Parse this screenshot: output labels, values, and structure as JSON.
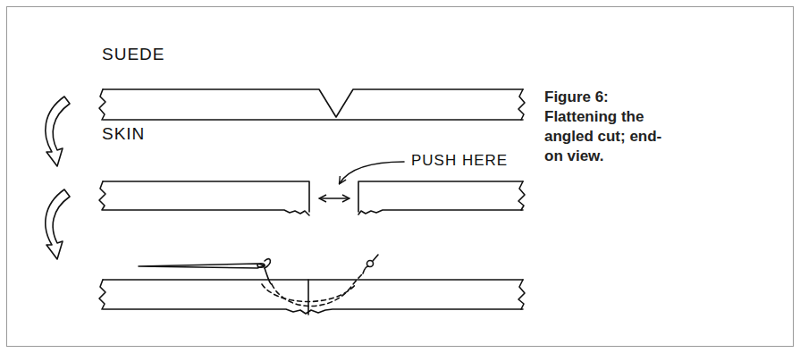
{
  "diagram": {
    "caption": "Figure 6: Flattening the angled cut; end-on view.",
    "labels": [
      "SUEDE",
      "SKIN",
      "PUSH HERE"
    ]
  }
}
